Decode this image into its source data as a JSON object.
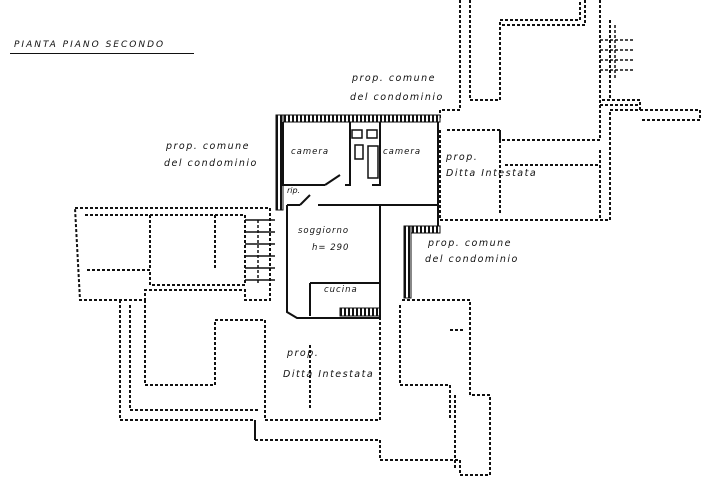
{
  "title": "PIANTA  PIANO  SECONDO",
  "labels": {
    "common_top": [
      "prop. comune",
      "del condominio"
    ],
    "common_left": [
      "prop. comune",
      "del condominio"
    ],
    "common_right": [
      "prop. comune",
      "del condominio"
    ],
    "ditta_right": [
      "prop.",
      "Ditta  Intestata"
    ],
    "ditta_bottom": [
      "prop.",
      "Ditta  Intestata"
    ]
  },
  "rooms": {
    "camera_left": "camera",
    "camera_right": "camera",
    "ripostiglio": "rip.",
    "soggiorno": "soggiorno",
    "height": "h= 290",
    "cucina": "cucina"
  }
}
